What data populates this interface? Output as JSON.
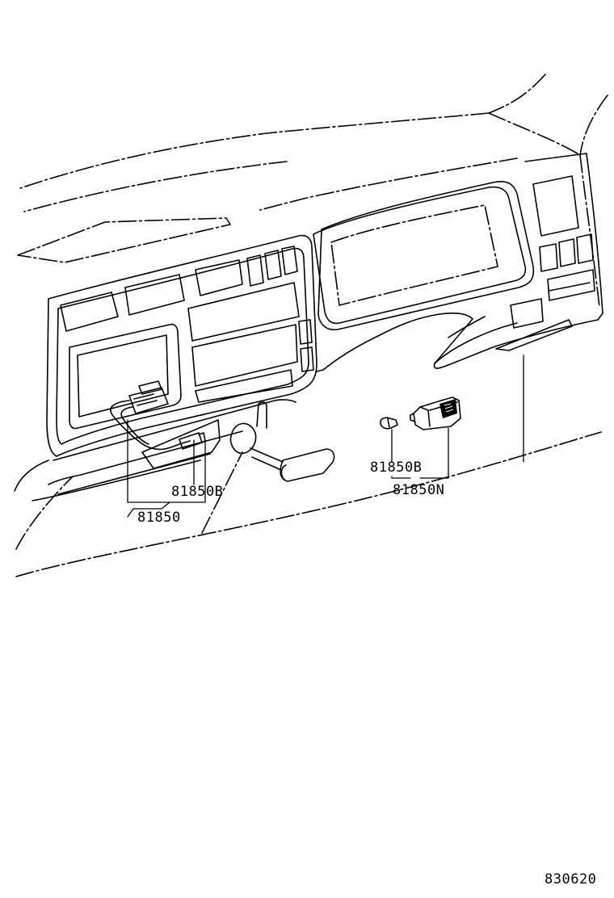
{
  "labels": {
    "wire_clip": "81850B",
    "lamp_assy": "81850",
    "switch_clip": "81850B",
    "switch_assy": "81850N"
  },
  "figure_number": "830620"
}
